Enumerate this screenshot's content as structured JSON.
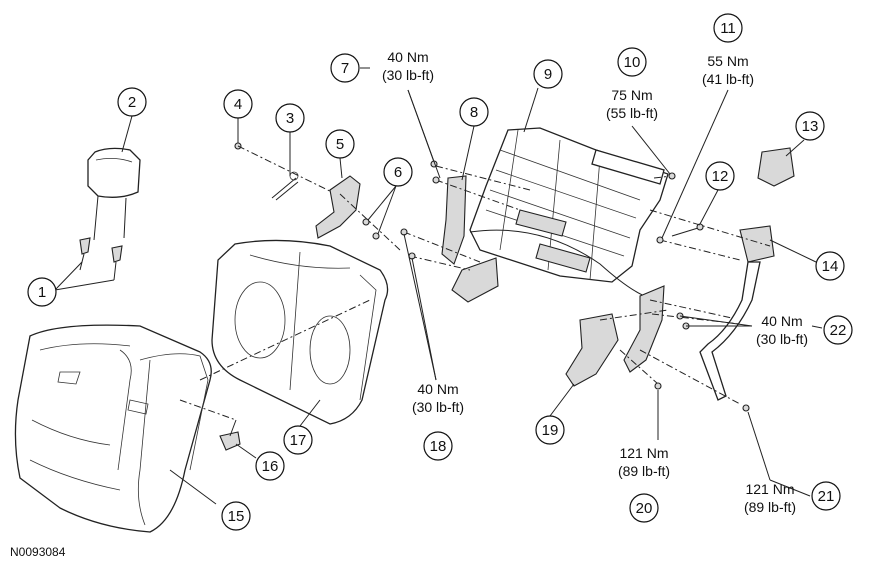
{
  "figure_id": "N0093084",
  "callouts": [
    {
      "num": "1"
    },
    {
      "num": "2"
    },
    {
      "num": "3"
    },
    {
      "num": "4"
    },
    {
      "num": "5"
    },
    {
      "num": "6"
    },
    {
      "num": "7",
      "torque_nm": "40 Nm",
      "torque_lbft": "(30 lb-ft)"
    },
    {
      "num": "8"
    },
    {
      "num": "9"
    },
    {
      "num": "10",
      "torque_nm": "75 Nm",
      "torque_lbft": "(55 lb-ft)"
    },
    {
      "num": "11",
      "torque_nm": "55 Nm",
      "torque_lbft": "(41 lb-ft)"
    },
    {
      "num": "12"
    },
    {
      "num": "13"
    },
    {
      "num": "14"
    },
    {
      "num": "15"
    },
    {
      "num": "16"
    },
    {
      "num": "17"
    },
    {
      "num": "18",
      "torque_nm": "40 Nm",
      "torque_lbft": "(30 lb-ft)"
    },
    {
      "num": "19"
    },
    {
      "num": "20",
      "torque_nm": "121 Nm",
      "torque_lbft": "(89 lb-ft)"
    },
    {
      "num": "21",
      "torque_nm": "121 Nm",
      "torque_lbft": "(89 lb-ft)"
    },
    {
      "num": "22",
      "torque_nm": "40 Nm",
      "torque_lbft": "(30 lb-ft)"
    }
  ]
}
